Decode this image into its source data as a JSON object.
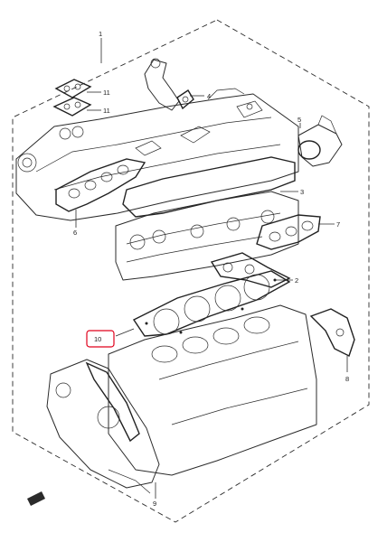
{
  "diagram": {
    "callouts": [
      {
        "id": "1",
        "label": "1"
      },
      {
        "id": "2",
        "label": "2"
      },
      {
        "id": "3",
        "label": "3"
      },
      {
        "id": "4",
        "label": "4"
      },
      {
        "id": "5",
        "label": "5"
      },
      {
        "id": "6",
        "label": "6"
      },
      {
        "id": "7",
        "label": "7"
      },
      {
        "id": "8",
        "label": "8"
      },
      {
        "id": "9",
        "label": "9"
      },
      {
        "id": "10",
        "label": "10"
      },
      {
        "id": "11a",
        "label": "11"
      },
      {
        "id": "11b",
        "label": "11"
      }
    ],
    "highlight_color": "#e0001b",
    "line_color": "#2b2b2b"
  }
}
